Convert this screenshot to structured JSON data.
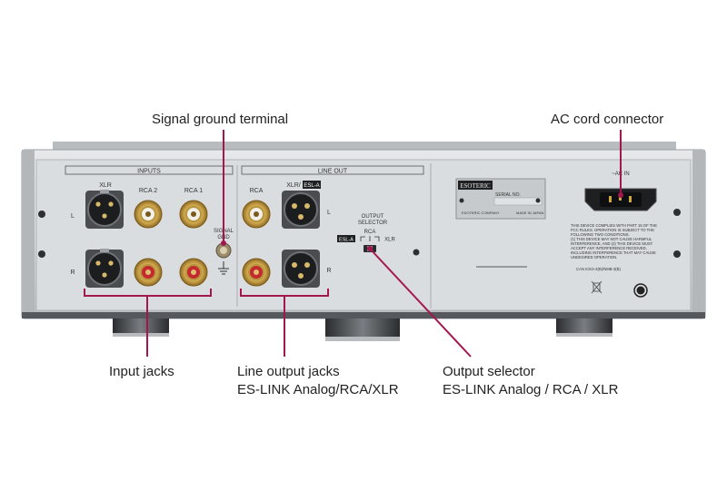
{
  "callouts": {
    "signal_ground": "Signal ground terminal",
    "ac_cord": "AC cord connector",
    "input_jacks": "Input jacks",
    "line_output_l1": "Line output jacks",
    "line_output_l2": "ES-LINK Analog/RCA/XLR",
    "output_selector_l1": "Output selector",
    "output_selector_l2": "ES-LINK Analog / RCA / XLR"
  },
  "panel": {
    "inputs_header": "INPUTS",
    "line_out_header": "LINE OUT",
    "xlr": "XLR",
    "rca2": "RCA 2",
    "rca1": "RCA 1",
    "rca": "RCA",
    "xlr_esl": "XLR/",
    "esl_badge": "ESL-A",
    "signal_gnd_1": "SIGNAL",
    "signal_gnd_2": "GND",
    "left": "L",
    "right": "R",
    "output_selector_1": "OUTPUT",
    "output_selector_2": "SELECTOR",
    "sel_rca": "RCA",
    "sel_xlr": "XLR",
    "sel_esl": "ESL-A",
    "brand": "ESOTERIC",
    "serial_label": "SERIAL NO.",
    "company": "ESOTERIC COMPANY",
    "made_in": "MADE IN JAPAN",
    "ac_label": "~AC IN",
    "fcc_1": "THIS DEVICE COMPLIES WITH PART 15 OF THE",
    "fcc_2": "FCC RULES. OPERATION IS SUBJECT TO THE",
    "fcc_3": "FOLLOWING TWO CONDITIONS:",
    "fcc_4": "(1) THIS DEVICE MAY NOT CAUSE HARMFUL",
    "fcc_5": "INTERFERENCE, AND (2) THIS DEVICE MUST",
    "fcc_6": "ACCEPT ANY INTERFERENCE RECEIVED,",
    "fcc_7": "INCLUDING INTERFERENCE THAT MAY CAUSE",
    "fcc_8": "UNDESIRED OPERATION.",
    "ices": "CAN ICES-3(B)/NMB-3(B)"
  },
  "colors": {
    "accent": "#a3174f",
    "chassis": "#c9ccce",
    "panel": "#dcdfe1",
    "gold": "#c9a24a",
    "rca_ring_red": "#c4292f"
  }
}
